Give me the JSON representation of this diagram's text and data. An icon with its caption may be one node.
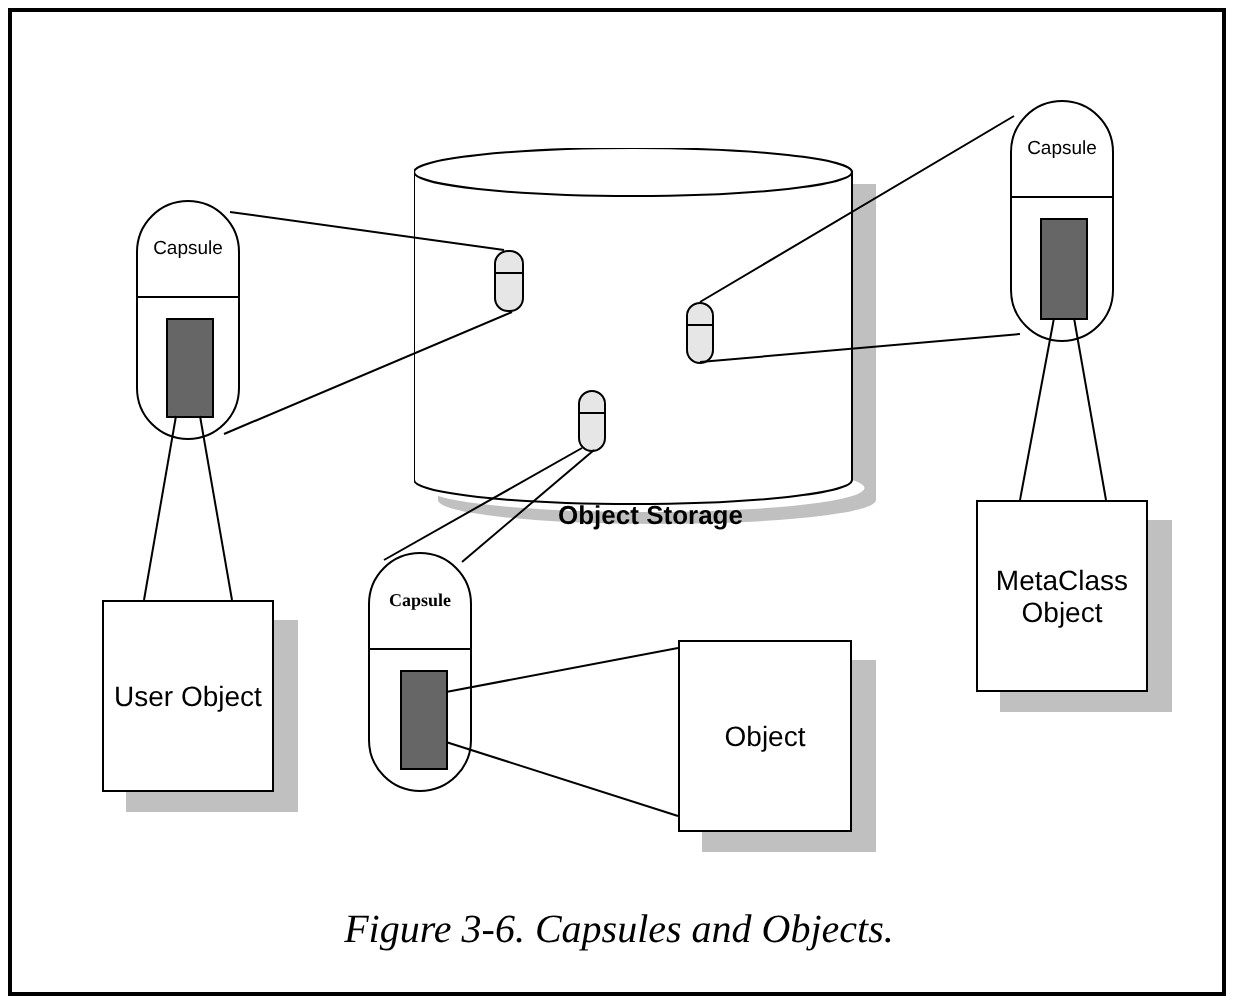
{
  "diagram": {
    "caption": "Figure 3-6. Capsules and Objects.",
    "nodes": [
      {
        "text": [
          "Object Storage"
        ]
      },
      {
        "text": [],
        "shape": "capsule",
        "in": 0
      },
      {
        "text": [],
        "shape": "capsule",
        "in": 0
      },
      {
        "text": [],
        "shape": "capsule",
        "in": 0
      },
      {
        "text": [
          "Capsule"
        ]
      },
      {
        "text": [],
        "shape": "box",
        "in": 4
      },
      {
        "text": [
          "Capsule"
        ]
      },
      {
        "text": [],
        "shape": "box",
        "in": 6
      },
      {
        "text": [
          "Capsule"
        ]
      },
      {
        "text": [],
        "shape": "box",
        "in": 8
      },
      {
        "text": [
          "User Object"
        ]
      },
      {
        "text": [
          "Object"
        ]
      },
      {
        "text": [
          "MetaClass Object"
        ]
      }
    ],
    "edges": [
      {
        "from": 1,
        "to": 4,
        "arrow": "none"
      },
      {
        "from": 1,
        "to": 4,
        "arrow": "none"
      },
      {
        "from": 2,
        "to": 6,
        "arrow": "none"
      },
      {
        "from": 2,
        "to": 6,
        "arrow": "none"
      },
      {
        "from": 3,
        "to": 8,
        "arrow": "none"
      },
      {
        "from": 3,
        "to": 8,
        "arrow": "none"
      },
      {
        "from": 5,
        "to": 10,
        "arrow": "none"
      },
      {
        "from": 5,
        "to": 10,
        "arrow": "none"
      },
      {
        "from": 7,
        "to": 12,
        "arrow": "none"
      },
      {
        "from": 7,
        "to": 12,
        "arrow": "none"
      },
      {
        "from": 9,
        "to": 11,
        "arrow": "none"
      },
      {
        "from": 9,
        "to": 11,
        "arrow": "none"
      }
    ]
  }
}
